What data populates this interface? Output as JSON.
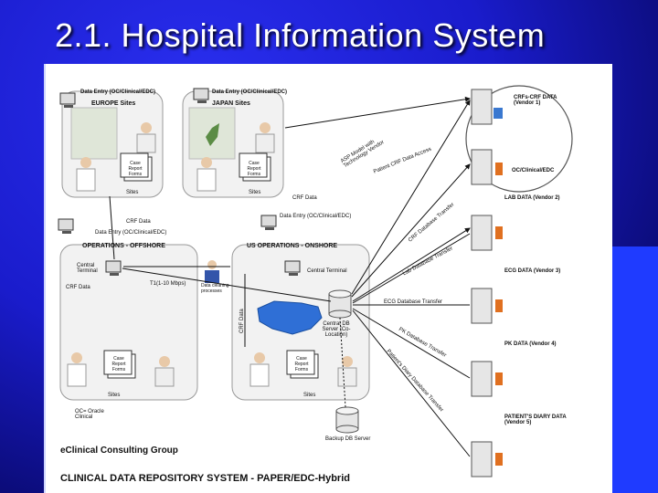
{
  "title": "2.1. Hospital Information System",
  "europe": {
    "entry": "Data Entry (OC/Clinical/EDC)",
    "region": "EUROPE Sites",
    "sites": "Sites",
    "crf": "Case Report Forms"
  },
  "japan": {
    "entry": "Data Entry (OC/Clinical/EDC)",
    "region": "JAPAN Sites",
    "sites": "Sites",
    "crf": "Case Report Forms"
  },
  "offshore": {
    "region": "OPERATIONS - OFFSHORE",
    "entry": "Data Entry (OC/Clinical/EDC)",
    "terminal": "Central Terminal",
    "crf_data": "CRF Data",
    "sites": "Sites",
    "crf": "Case Report Forms",
    "link": "T1(1-10 Mbps)",
    "cleaning": "Data cleaning processes"
  },
  "onshore": {
    "region": "US OPERATIONS - ONSHORE",
    "entry": "Data Entry (OC/Clinical/EDC)",
    "terminal": "Central Terminal",
    "server": "Central DB Server (Co-Location)",
    "sites": "Sites",
    "crf": "Case Report Forms",
    "crf_data_vert": "CRF Data"
  },
  "backup": "Backup DB Server",
  "legend_oc": "OC= Oracle Clinical",
  "flows": {
    "crf_data_top": "CRF Data",
    "crf_data_mid": "CRF Data",
    "asp": "ASP Model with Technology Vendor",
    "patient_crf": "Patient CRF Data Access",
    "crf_db": "CRF Database Transfer",
    "lab_db": "Lab Database Transfer",
    "ecg_db": "ECG Database Transfer",
    "pk_db": "PK Database Transfer",
    "diary_db": "Patient's Diary Database Transfer"
  },
  "vendors": [
    "CRFs-CRF DATA (Vendor 1)",
    "OC/Clinical/EDC",
    "LAB DATA (Vendor 2)",
    "ECG DATA (Vendor 3)",
    "PK DATA (Vendor 4)",
    "PATIENT'S DIARY DATA (Vendor 5)"
  ],
  "company": "eClinical Consulting Group",
  "system": "CLINICAL DATA REPOSITORY SYSTEM - PAPER/EDC-Hybrid"
}
